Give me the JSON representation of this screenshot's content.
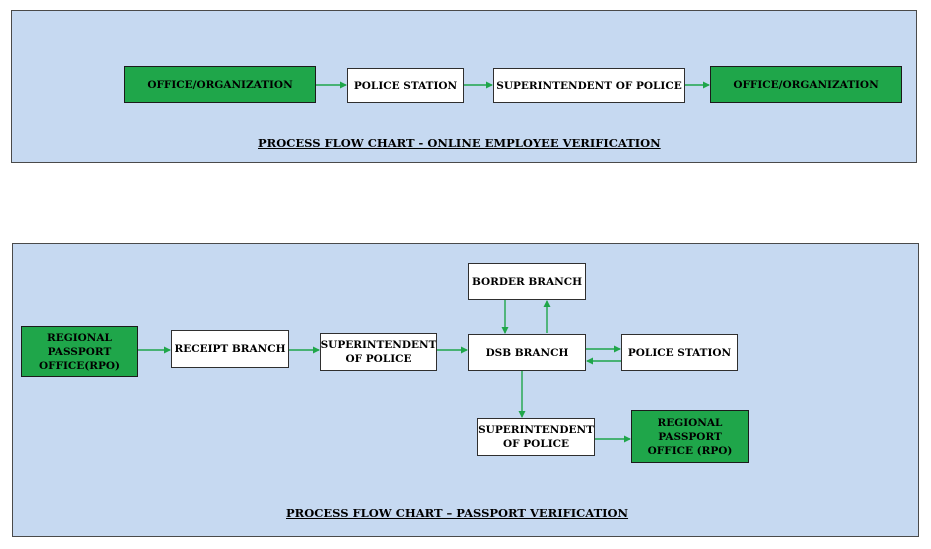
{
  "diagrams": [
    {
      "caption": "PROCESS FLOW CHART - ONLINE EMPLOYEE VERIFICATION",
      "nodes": [
        {
          "label": "OFFICE/ORGANIZATION",
          "fill": "green"
        },
        {
          "label": "POLICE STATION",
          "fill": "white"
        },
        {
          "label": "SUPERINTENDENT OF POLICE",
          "fill": "white"
        },
        {
          "label": "OFFICE/ORGANIZATION",
          "fill": "green"
        }
      ]
    },
    {
      "caption": "PROCESS FLOW CHART – PASSPORT VERIFICATION",
      "nodes": [
        {
          "label": "REGIONAL\nPASSPORT\nOFFICE(RPO)",
          "fill": "green"
        },
        {
          "label": "RECEIPT BRANCH",
          "fill": "white"
        },
        {
          "label": "SUPERINTENDENT\nOF POLICE",
          "fill": "white"
        },
        {
          "label": "DSB BRANCH",
          "fill": "white"
        },
        {
          "label": "BORDER BRANCH",
          "fill": "white"
        },
        {
          "label": "POLICE STATION",
          "fill": "white"
        },
        {
          "label": "SUPERINTENDENT\nOF POLICE",
          "fill": "white"
        },
        {
          "label": "REGIONAL\nPASSPORT\nOFFICE (RPO)",
          "fill": "green"
        }
      ]
    }
  ],
  "colors": {
    "panel_background": "#c6d9f1",
    "start_end_node": "#1fa64a",
    "process_node": "#ffffff",
    "arrow": "#1fa64a"
  }
}
